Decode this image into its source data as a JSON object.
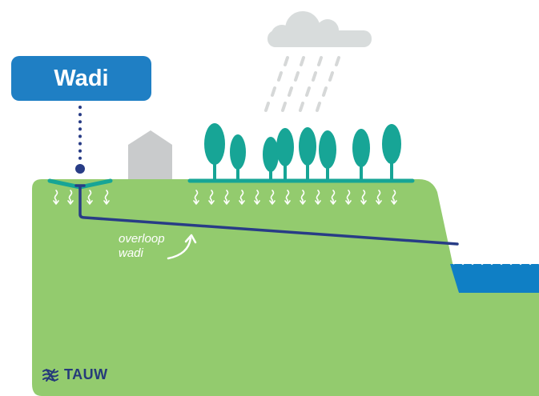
{
  "title": "Wadi",
  "overflow_label": {
    "line1": "overloop",
    "line2": "wadi"
  },
  "brand": {
    "name": "TAUW",
    "icon": "tauw-logo-icon"
  },
  "colors": {
    "ground": "#93cb6e",
    "water": "#0f7fc5",
    "pipe": "#283c86",
    "tree": "#17a596",
    "title_box": "#1f7fc4",
    "cloud": "#d8dcdc",
    "house": "#c9cbcc",
    "rain": "#d6d8d8",
    "infiltration_arrows": "#ffffff"
  }
}
